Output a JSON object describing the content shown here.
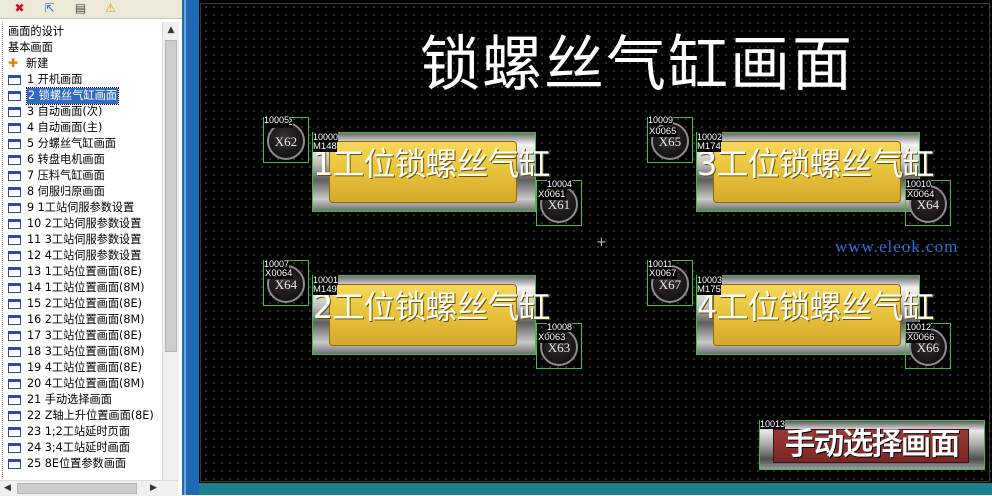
{
  "toolbar": {
    "icons": [
      "delete-icon",
      "export-icon",
      "document-icon",
      "warning-icon"
    ]
  },
  "tree": {
    "root": "画面的设计",
    "group": "基本画面",
    "new_item": "新建",
    "items": [
      "1 开机画面",
      "2 锁螺丝气缸画面",
      "3 自动画面(次)",
      "4 自动画面(主)",
      "5 分螺丝气缸画面",
      "6 转盘电机画面",
      "7 压料气缸画面",
      "8 伺服归原画面",
      "9 1工站伺服参数设置",
      "10 2工站伺服参数设置",
      "11 3工站伺服参数设置",
      "12 4工站伺服参数设置",
      "13 1工站位置画面(8E)",
      "14 1工站位置画面(8M)",
      "15 2工站位置画面(8E)",
      "16 2工站位置画面(8M)",
      "17 3工站位置画面(8E)",
      "18 3工站位置画面(8M)",
      "19 4工站位置画面(8E)",
      "20 4工站位置画面(8M)",
      "21 手动选择画面",
      "22 Z轴上升位置画面(8E)",
      "23 1;2工站延时页面",
      "24 3;4工站延时画面",
      "25 8E位置参数画面"
    ],
    "selected_index": 1
  },
  "screen": {
    "title": "锁螺丝气缸画面",
    "cylinders": [
      {
        "left_lamp": {
          "id": "10005",
          "addr": "X0062",
          "label": "X62"
        },
        "button": {
          "id": "10000",
          "mem": "M148",
          "label": "1工位锁螺丝气缸"
        },
        "right_lamp": {
          "id": "10004",
          "addr": "X0061",
          "label": "X61"
        }
      },
      {
        "left_lamp": {
          "id": "10009",
          "addr": "X0065",
          "label": "X65"
        },
        "button": {
          "id": "10002",
          "mem": "M174",
          "label": "3工位锁螺丝气缸"
        },
        "right_lamp": {
          "id": "10010",
          "addr": "X0064",
          "label": "X64"
        }
      },
      {
        "left_lamp": {
          "id": "10007",
          "addr": "X0064",
          "label": "X64"
        },
        "button": {
          "id": "10001",
          "mem": "M149",
          "label": "2工位锁螺丝气缸"
        },
        "right_lamp": {
          "id": "10008",
          "addr": "X0063",
          "label": "X63"
        }
      },
      {
        "left_lamp": {
          "id": "10011",
          "addr": "X0067",
          "label": "X67"
        },
        "button": {
          "id": "10003",
          "mem": "M175",
          "label": "4工位锁螺丝气缸"
        },
        "right_lamp": {
          "id": "10012",
          "addr": "X0066",
          "label": "X66"
        }
      }
    ],
    "manual_button": {
      "id": "10013",
      "label": "手动选择画面"
    },
    "watermark": "www.eleok.com",
    "crosshair": "+"
  }
}
